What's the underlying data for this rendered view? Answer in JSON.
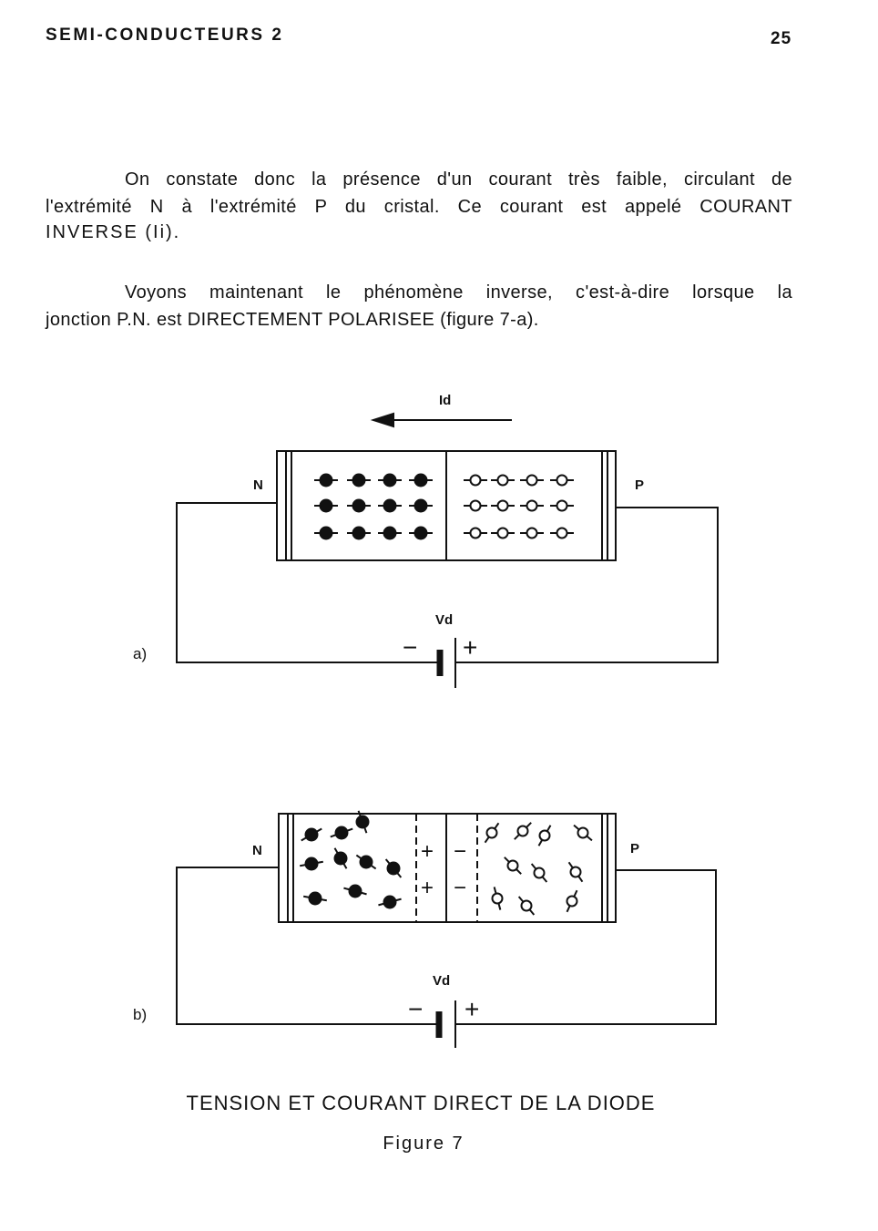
{
  "header": {
    "title": "SEMI-CONDUCTEURS 2",
    "page_number": "25"
  },
  "paragraphs": [
    {
      "lines": [
        "On constate donc la présence d'un courant très faible, circulant de",
        "l'extrémité N à l'extrémité P du cristal. Ce courant est appelé COURANT",
        "INVERSE (Ii)."
      ]
    },
    {
      "lines": [
        "Voyons maintenant le phénomène inverse, c'est-à-dire lorsque la",
        "jonction P.N. est DIRECTEMENT POLARISEE (figure 7-a)."
      ]
    }
  ],
  "figure_a": {
    "label": "a)",
    "current_label": "Id",
    "voltage_label": "Vd",
    "n_label": "N",
    "p_label": "P",
    "minus": "−",
    "plus": "+"
  },
  "figure_b": {
    "label": "b)",
    "voltage_label": "Vd",
    "n_label": "N",
    "p_label": "P",
    "minus": "−",
    "plus": "+",
    "junction_plus": "+",
    "junction_minus": "−"
  },
  "caption": {
    "title": "TENSION ET COURANT DIRECT DE LA DIODE",
    "figure": "Figure 7"
  }
}
